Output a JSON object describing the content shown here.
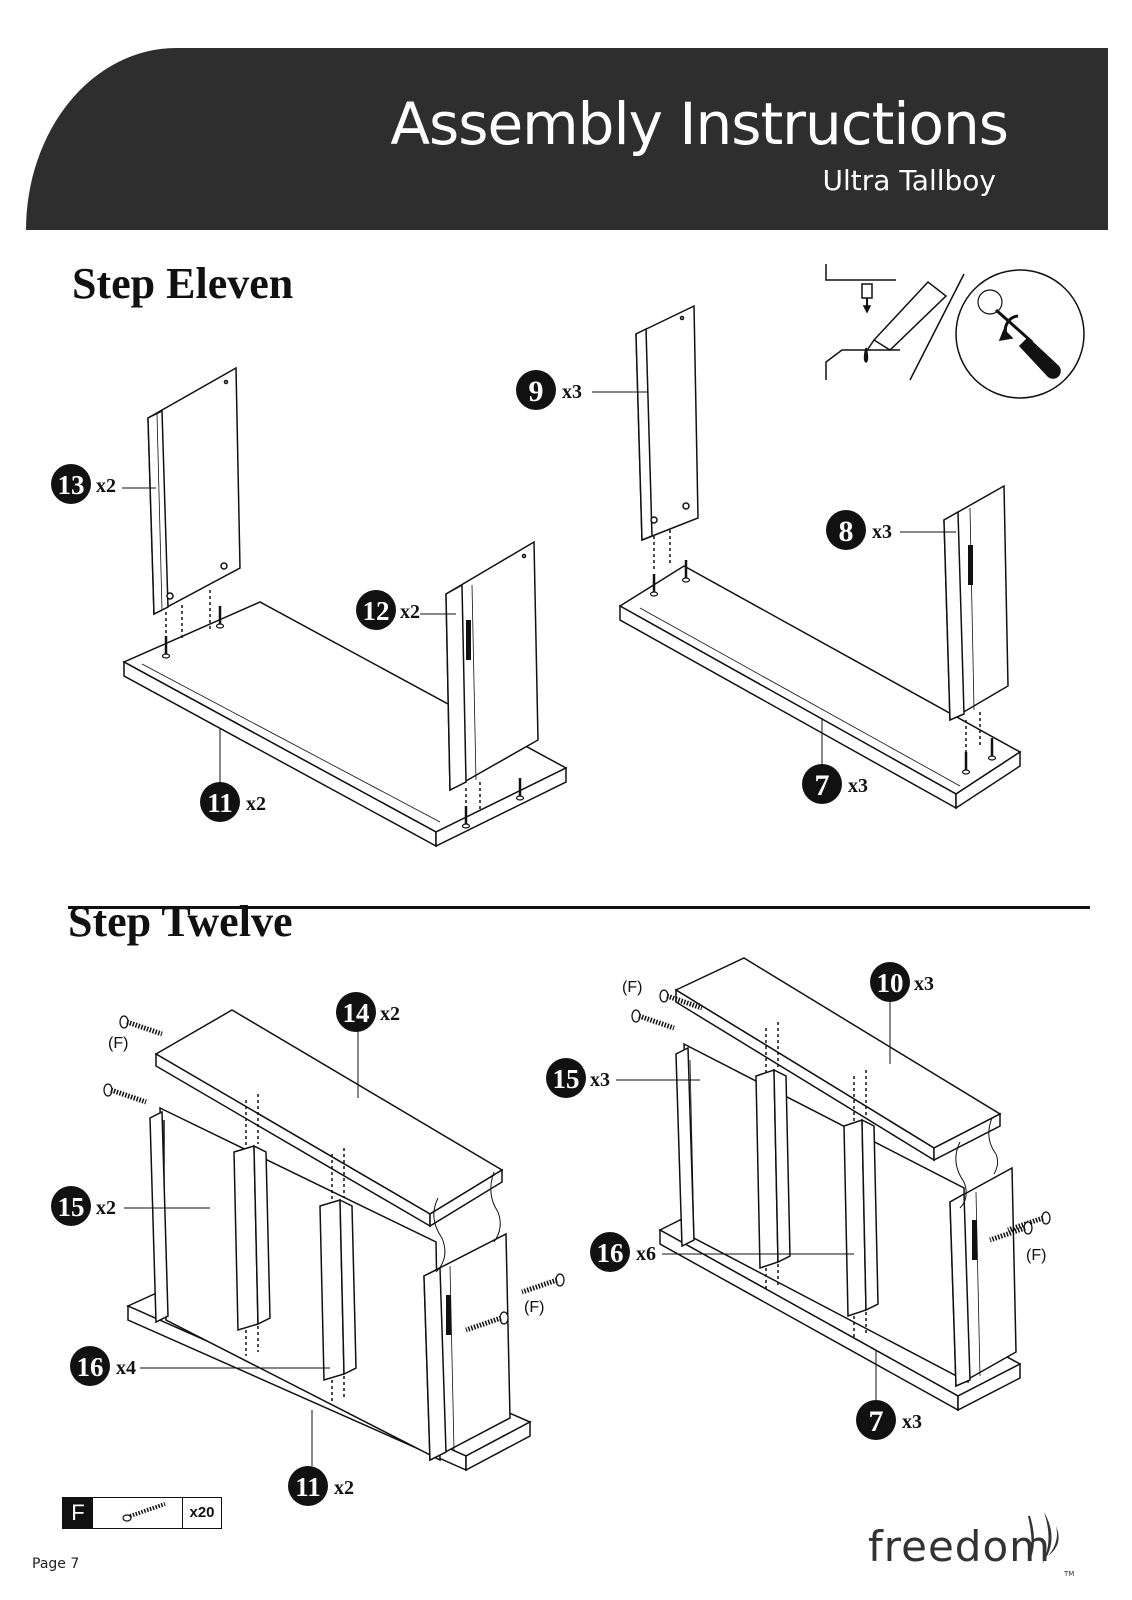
{
  "header": {
    "title": "Assembly Instructions",
    "subtitle": "Ultra Tallboy"
  },
  "steps": [
    {
      "title": "Step Eleven"
    },
    {
      "title": "Step Twelve"
    }
  ],
  "callouts": {
    "s11_13": {
      "num": "13",
      "qty": "x2"
    },
    "s11_12": {
      "num": "12",
      "qty": "x2"
    },
    "s11_11": {
      "num": "11",
      "qty": "x2"
    },
    "s11_9": {
      "num": "9",
      "qty": "x3"
    },
    "s11_8": {
      "num": "8",
      "qty": "x3"
    },
    "s11_7": {
      "num": "7",
      "qty": "x3"
    },
    "s12_14": {
      "num": "14",
      "qty": "x2"
    },
    "s12_15a": {
      "num": "15",
      "qty": "x2"
    },
    "s12_16a": {
      "num": "16",
      "qty": "x4"
    },
    "s12_11": {
      "num": "11",
      "qty": "x2"
    },
    "s12_10": {
      "num": "10",
      "qty": "x3"
    },
    "s12_15b": {
      "num": "15",
      "qty": "x3"
    },
    "s12_16b": {
      "num": "16",
      "qty": "x6"
    },
    "s12_7": {
      "num": "7",
      "qty": "x3"
    }
  },
  "screw_labels": {
    "f1": "(F)",
    "f2": "(F)",
    "f3": "(F)",
    "f4": "(F)"
  },
  "legend": {
    "letter": "F",
    "qty": "x20"
  },
  "footer": {
    "page": "Page 7",
    "brand": "freedom",
    "tm": "TM"
  },
  "icons": [
    "glue-icon",
    "screwdriver-icon",
    "screw-icon"
  ]
}
